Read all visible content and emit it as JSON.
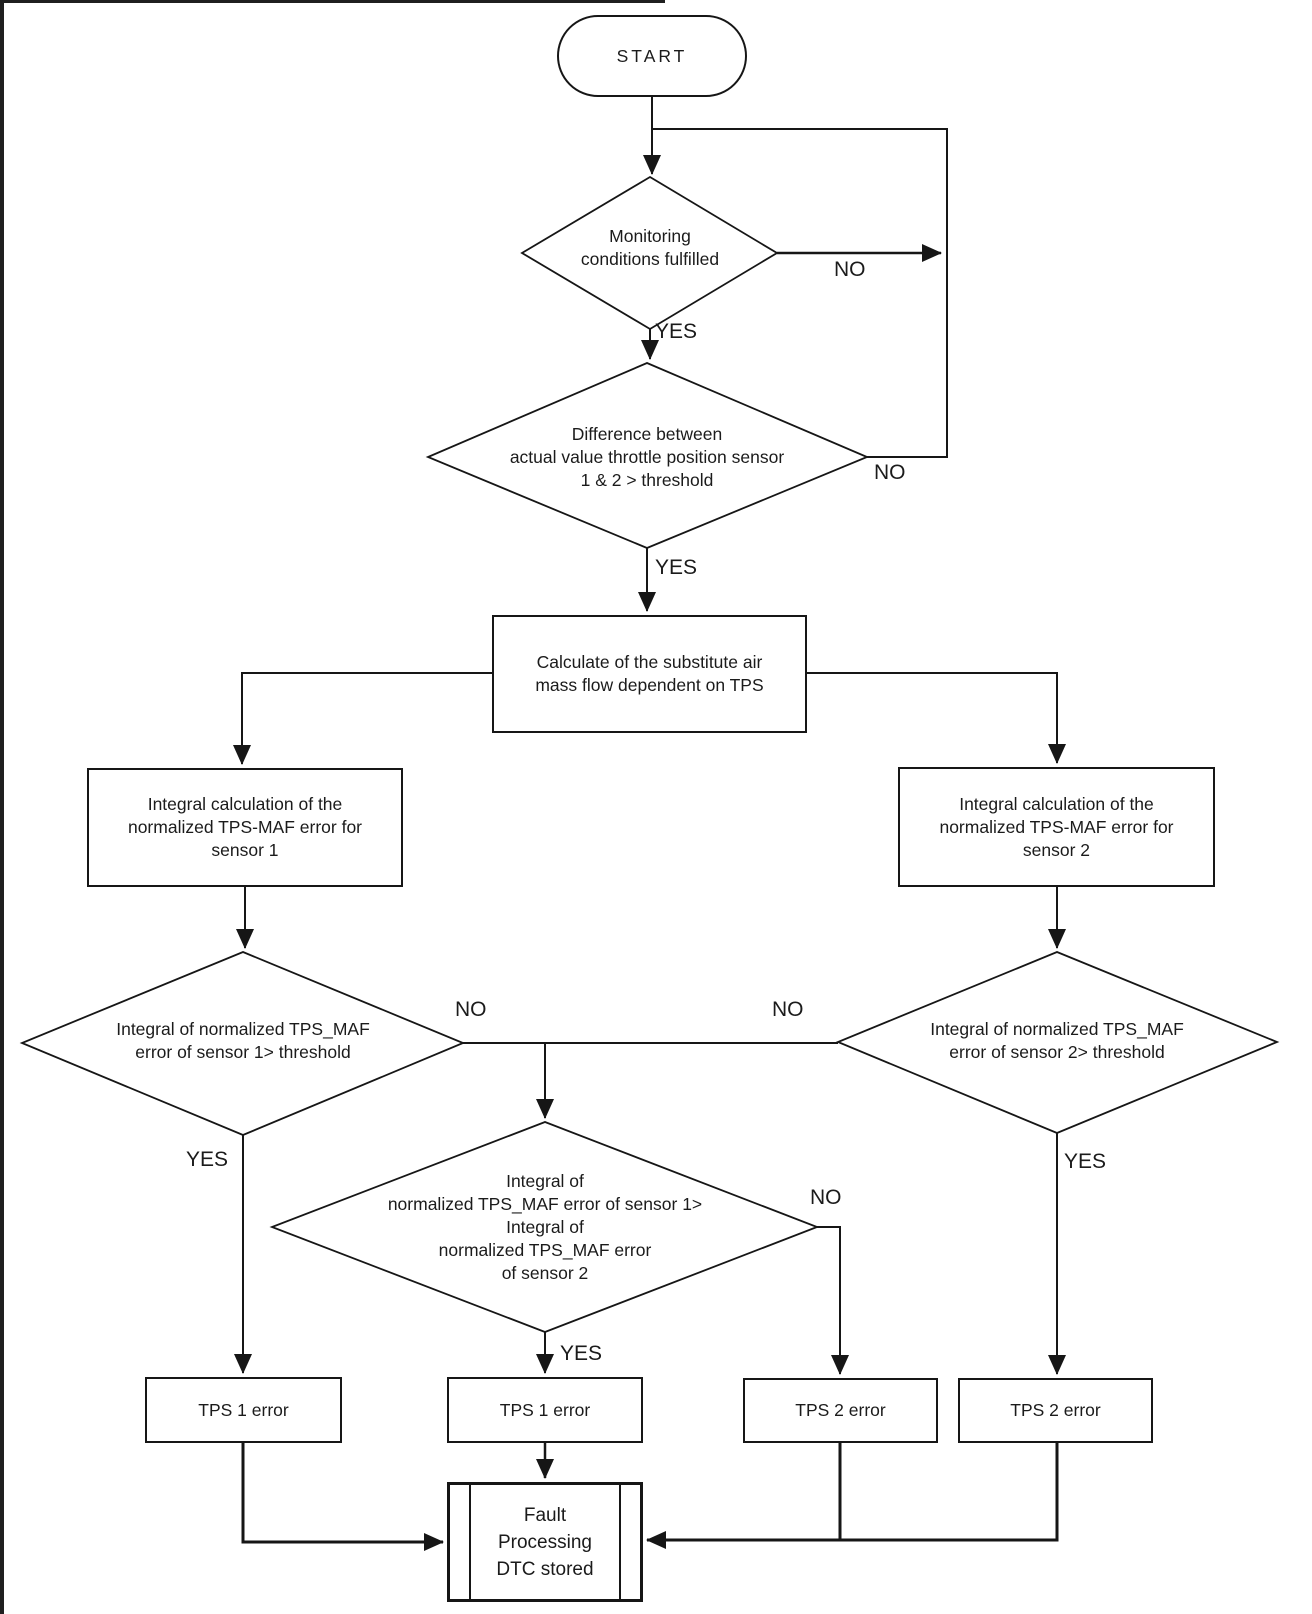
{
  "canvas": {
    "background": "#ffffff",
    "ink": "#161616"
  },
  "nodes": {
    "start": {
      "label": "START"
    },
    "monitoring": {
      "text": "Monitoring\nconditions fulfilled"
    },
    "difference": {
      "text": "Difference between\nactual value throttle position sensor\n1 & 2 > threshold"
    },
    "calculate": {
      "text": "Calculate of the substitute air\nmass flow dependent on TPS"
    },
    "integral_sensor1": {
      "text": "Integral calculation of the\nnormalized TPS-MAF error for\nsensor 1"
    },
    "integral_sensor2": {
      "text": "Integral calculation of the\nnormalized TPS-MAF error for\nsensor 2"
    },
    "threshold_sensor1": {
      "text": "Integral of normalized TPS_MAF\nerror of sensor 1> threshold"
    },
    "threshold_sensor2": {
      "text": "Integral of normalized TPS_MAF\nerror of sensor 2> threshold"
    },
    "compare_integrals": {
      "text": "Integral of\nnormalized TPS_MAF error of sensor 1>\nIntegral of\nnormalized TPS_MAF error\nof sensor 2"
    },
    "tps1_error_left": {
      "label": "TPS 1 error"
    },
    "tps1_error_middle": {
      "label": "TPS 1 error"
    },
    "tps2_error_left": {
      "label": "TPS 2 error"
    },
    "tps2_error_right": {
      "label": "TPS 2 error"
    },
    "fault_processing": {
      "text": "Fault\nProcessing\nDTC stored"
    }
  },
  "edge_labels": {
    "monitoring_no": "NO",
    "monitoring_yes": "YES",
    "difference_no": "NO",
    "difference_yes": "YES",
    "threshold1_no": "NO",
    "threshold1_yes": "YES",
    "threshold2_no": "NO",
    "threshold2_yes": "YES",
    "compare_no": "NO",
    "compare_yes": "YES"
  }
}
